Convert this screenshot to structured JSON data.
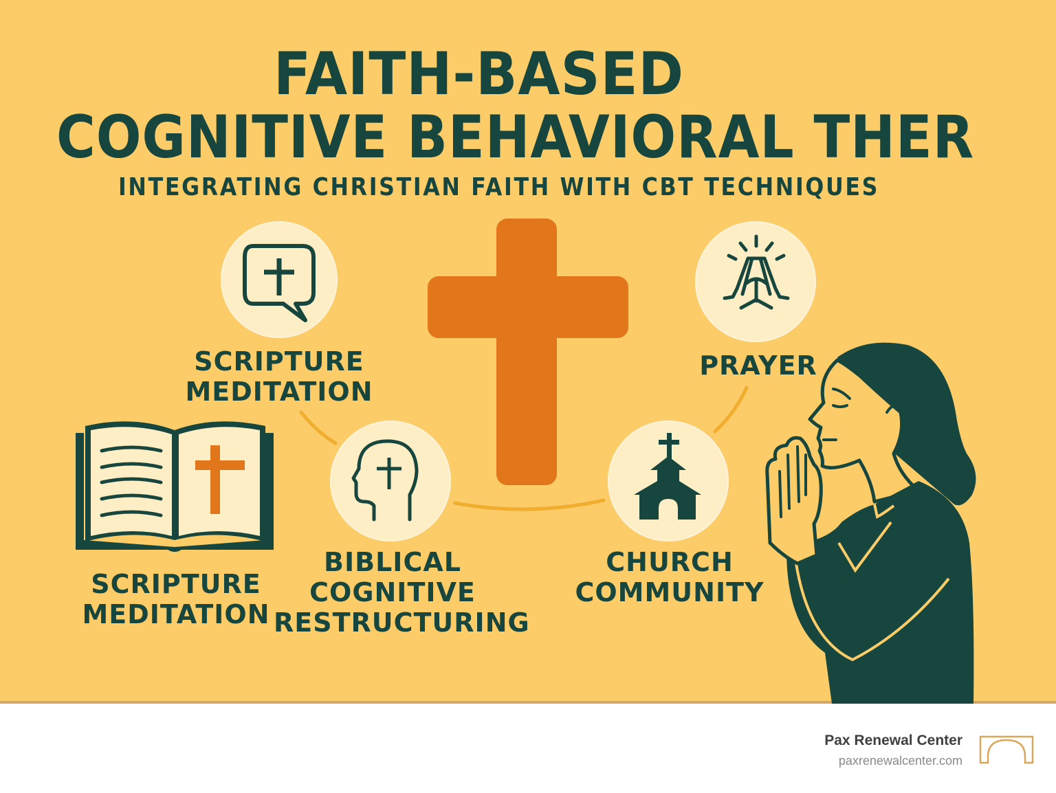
{
  "header": {
    "title_line1": "FAITH-BASED",
    "title_line2": "COGNITIVE BEHAVIORAL THER",
    "subtitle": "INTEGRATING CHRISTIAN FAITH WITH CBT TECHNIQUES"
  },
  "items": [
    {
      "id": "scripture-meditation-top",
      "icon": "speech-bubble-cross-icon",
      "label_line1": "SCRIPTURE",
      "label_line2": "MEDITATION"
    },
    {
      "id": "prayer",
      "icon": "praying-hands-icon",
      "label_line1": "PRAYER",
      "label_line2": ""
    },
    {
      "id": "scripture-meditation-book",
      "icon": "open-bible-icon",
      "label_line1": "SCRIPTURE",
      "label_line2": "MEDITATION"
    },
    {
      "id": "biblical-cognitive-restructuring",
      "icon": "head-cross-icon",
      "label_line1": "BIBLICAL",
      "label_line2": "COGNITIVE",
      "label_line3": "RESTRUCTURING"
    },
    {
      "id": "church-community",
      "icon": "church-icon",
      "label_line1": "CHURCH",
      "label_line2": "COMMUNITY"
    }
  ],
  "center_icon": "cross-icon",
  "illustration": "woman-praying-illustration",
  "footer": {
    "brand_name": "Pax Renewal Center",
    "brand_url": "paxrenewalcenter.com",
    "logo": "arch-logo-icon"
  },
  "colors": {
    "background": "#fccc69",
    "dark_green": "#17463f",
    "orange": "#e2761b",
    "circle_fill": "#fdeec6",
    "connector": "#f0ad2e",
    "logo": "#d9a65a"
  }
}
